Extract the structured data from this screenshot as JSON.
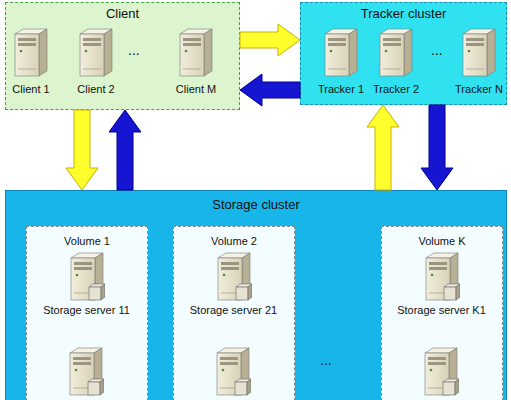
{
  "diagram": {
    "nodes": [
      {
        "text": [
          "Client"
        ]
      },
      {
        "text": [
          "Client 1"
        ],
        "in": 0
      },
      {
        "text": [
          "Client 2"
        ],
        "in": 0
      },
      {
        "text": [
          "Client M"
        ],
        "in": 0
      },
      {
        "text": [
          "Tracker cluster"
        ]
      },
      {
        "text": [
          "Tracker 1"
        ],
        "in": 4
      },
      {
        "text": [
          "Tracker 2"
        ],
        "in": 4
      },
      {
        "text": [
          "Tracker N"
        ],
        "in": 4
      },
      {
        "text": [
          "Storage cluster"
        ]
      },
      {
        "text": [
          "Volume 1"
        ],
        "in": 8
      },
      {
        "text": [
          "Storage server 11"
        ],
        "in": 9
      },
      {
        "text": [
          "Volume 2"
        ],
        "in": 8
      },
      {
        "text": [
          "Storage server 21"
        ],
        "in": 11
      },
      {
        "text": [
          "Volume K"
        ],
        "in": 8
      },
      {
        "text": [
          "Storage server K1"
        ],
        "in": 13
      }
    ],
    "edges": [
      {
        "from": 0,
        "to": 4,
        "arrow": "to"
      },
      {
        "from": 4,
        "to": 0,
        "arrow": "to"
      },
      {
        "from": 0,
        "to": 8,
        "arrow": "to"
      },
      {
        "from": 8,
        "to": 0,
        "arrow": "to"
      },
      {
        "from": 8,
        "to": 4,
        "arrow": "to"
      },
      {
        "from": 4,
        "to": 8,
        "arrow": "to"
      }
    ],
    "labels": [
      "...",
      "...",
      "..."
    ]
  }
}
